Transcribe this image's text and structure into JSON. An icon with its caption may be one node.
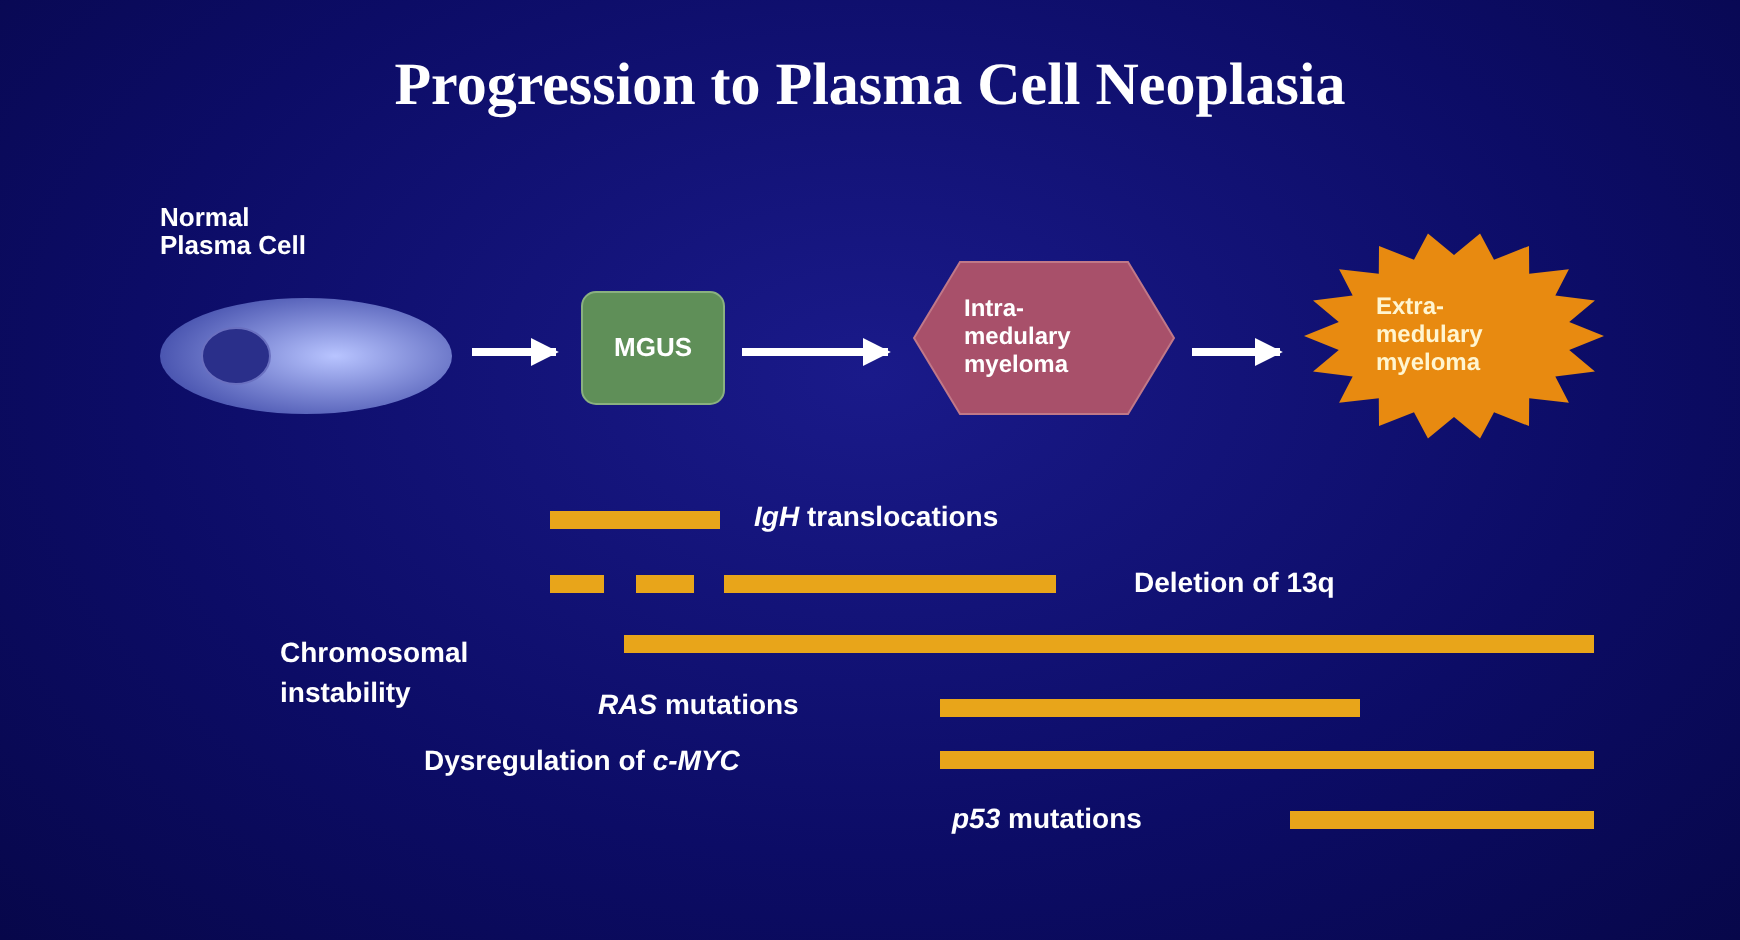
{
  "diagram": {
    "title": "Progression to Plasma Cell Neoplasia",
    "nodes": [
      {
        "text": [
          "Normal Plasma Cell"
        ]
      },
      {
        "text": [
          "MGUS"
        ]
      },
      {
        "text": [
          "Intra- medulary myeloma"
        ]
      },
      {
        "text": [
          "Extra- medulary myeloma"
        ]
      }
    ],
    "edges": [
      {
        "from": 0,
        "to": 1,
        "arrow": "to"
      },
      {
        "from": 1,
        "to": 2,
        "arrow": "to"
      },
      {
        "from": 2,
        "to": 3,
        "arrow": "to"
      }
    ],
    "labels": [
      "*IgH* translocations",
      "Deletion of 13q",
      "Chromosomal instability",
      "*RAS* mutations",
      "Dysregulation of *c-MYC*",
      "*p53* mutations"
    ]
  }
}
